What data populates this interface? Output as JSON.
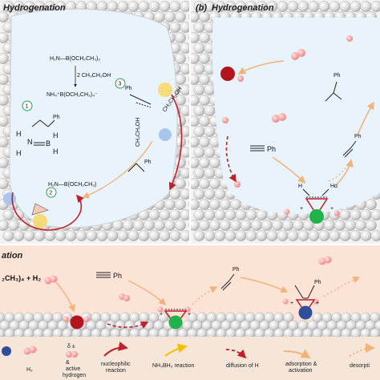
{
  "panel_a": {
    "title": "Hydrogenation",
    "labels": {
      "amine_borate": "H₂N—B(OCH₂CH₃)₂",
      "ethanol": "2 CH₃CH₂OH",
      "ammonium_borate": "NH₄⁺B(OCH₂CH₃)₄⁻",
      "ethyl_borate": "H₂N—B(OCH₂CH₃)",
      "step1": "1",
      "step2": "2",
      "step3": "3",
      "ph": "Ph",
      "ch3ch2oh": "CH₃CH₂OH"
    }
  },
  "panel_b": {
    "title": "Hydrogenation",
    "letter": "(b)",
    "labels": {
      "ph": "Ph",
      "h": "H",
      "hd": "Hd"
    }
  },
  "panel_c": {
    "title": "ation",
    "formula": "₂CH₃)₄ + H₂",
    "labels": {
      "ph": "Ph"
    }
  },
  "legend": {
    "h2": "H₂",
    "delta": "δ ±",
    "active_h": [
      "&",
      "active",
      "hydrogen"
    ],
    "nucleophilic": [
      "nucleophilic",
      "reaction"
    ],
    "nh3bh3": "NH₃BH₃ reaction",
    "diffusion": "diffusion of H",
    "adsorption": [
      "adsorption &",
      "activation"
    ],
    "desorption": "desorpti"
  },
  "colors": {
    "sphere": "#d9d9d9",
    "panel_fill": "#e8f3fb",
    "bottom_fill": "#fbe4d6",
    "catalyst_red": "#b3151f",
    "catalyst_green": "#1fb34a",
    "catalyst_blue": "#2d4f9e",
    "hydrogen_pink": "#f28b8b",
    "arrow_orange": "#f0b47a",
    "arrow_red": "#c0202a"
  }
}
